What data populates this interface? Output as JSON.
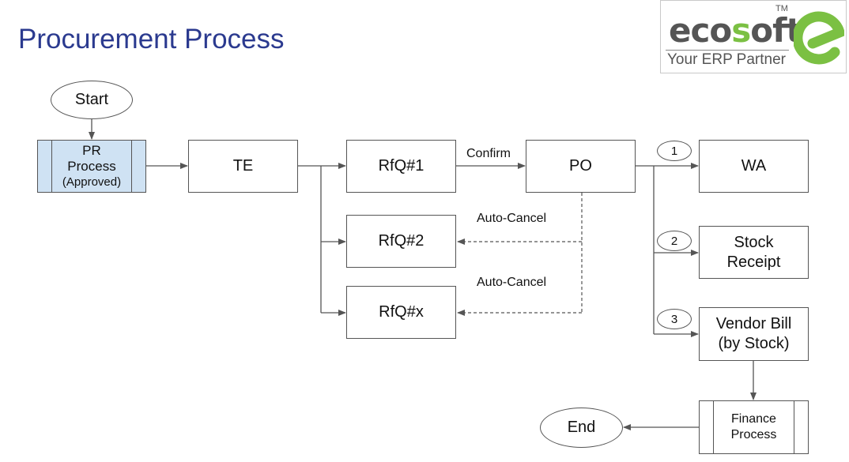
{
  "title": "Procurement Process",
  "logo": {
    "brand_pre": "eco",
    "brand_hl": "s",
    "brand_post": "oft",
    "tm": "TM",
    "tagline": "Your ERP Partner"
  },
  "colors": {
    "title": "#2b3a8f",
    "pr_fill": "#cfe2f3",
    "logo_green": "#7bc043"
  },
  "nodes": {
    "start": "Start",
    "pr_line1": "PR",
    "pr_line2": "Process",
    "pr_line3": "(Approved)",
    "te": "TE",
    "rfq1": "RfQ#1",
    "rfq2": "RfQ#2",
    "rfqx": "RfQ#x",
    "po": "PO",
    "wa": "WA",
    "stock_line1": "Stock",
    "stock_line2": "Receipt",
    "bill_line1": "Vendor Bill",
    "bill_line2": "(by Stock)",
    "finance_line1": "Finance",
    "finance_line2": "Process",
    "end": "End"
  },
  "edges": {
    "confirm": "Confirm",
    "auto_cancel_1": "Auto-Cancel",
    "auto_cancel_2": "Auto-Cancel"
  },
  "badges": [
    "1",
    "2",
    "3"
  ]
}
